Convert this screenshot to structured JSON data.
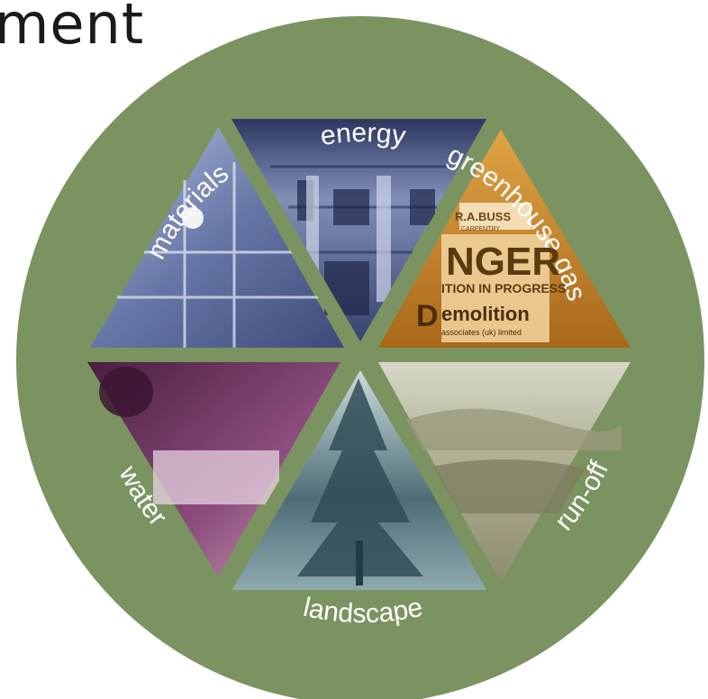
{
  "heading": "ment",
  "diagram": {
    "segments": [
      {
        "label": "energy",
        "photo": "building facade with classical columns",
        "tint": "#3f4e78"
      },
      {
        "label": "greenhouse gas",
        "photo": "demolition danger sign",
        "tint": "#c98a2a"
      },
      {
        "label": "run-off",
        "photo": "rolling hills landscape",
        "tint": "#a6a58c"
      },
      {
        "label": "landscape",
        "photo": "tall tree",
        "tint": "#4e6f78"
      },
      {
        "label": "water",
        "photo": "worker with hard hat inspecting",
        "tint": "#6a2f5a"
      },
      {
        "label": "materials",
        "photo": "worker on scaffolding",
        "tint": "#56689a"
      }
    ],
    "sign": {
      "line1": "NGER",
      "line2": "ITION IN PROGRESS",
      "brand": "emolition",
      "brand_initial": "D",
      "sub": "associates (uk) limited",
      "top_plate": "R.A.BUSS",
      "top_plate_sub": "CARPENTRY"
    },
    "colors": {
      "ring": "#7b9360",
      "ring_edge": "#6d8554",
      "label": "#ffffff"
    }
  }
}
